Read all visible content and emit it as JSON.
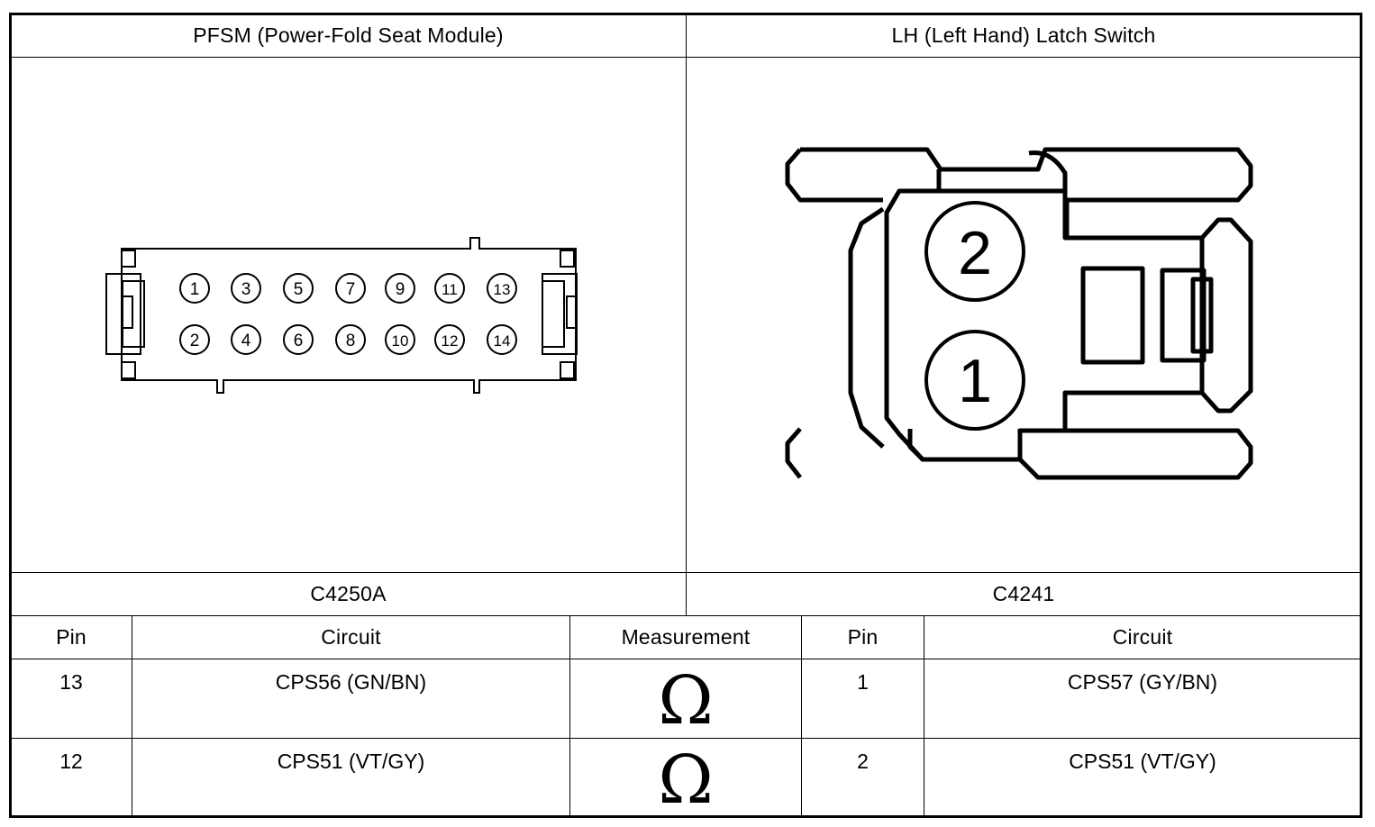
{
  "connectors": {
    "left": {
      "title": "PFSM (Power-Fold Seat Module)",
      "code": "C4250A",
      "pins_top": [
        "1",
        "3",
        "5",
        "7",
        "9",
        "11",
        "13"
      ],
      "pins_bottom": [
        "2",
        "4",
        "6",
        "8",
        "10",
        "12",
        "14"
      ]
    },
    "right": {
      "title": "LH (Left Hand) Latch Switch",
      "code": "C4241",
      "pin_top": "2",
      "pin_bottom": "1"
    }
  },
  "table": {
    "headers": {
      "pin_a": "Pin",
      "circuit_a": "Circuit",
      "measurement": "Measurement",
      "pin_b": "Pin",
      "circuit_b": "Circuit"
    },
    "rows": [
      {
        "pin_a": "13",
        "circuit_a": "CPS56 (GN/BN)",
        "measurement": "Ω",
        "pin_b": "1",
        "circuit_b": "CPS57 (GY/BN)"
      },
      {
        "pin_a": "12",
        "circuit_a": "CPS51 (VT/GY)",
        "measurement": "Ω",
        "pin_b": "2",
        "circuit_b": "CPS51 (VT/GY)"
      }
    ]
  }
}
